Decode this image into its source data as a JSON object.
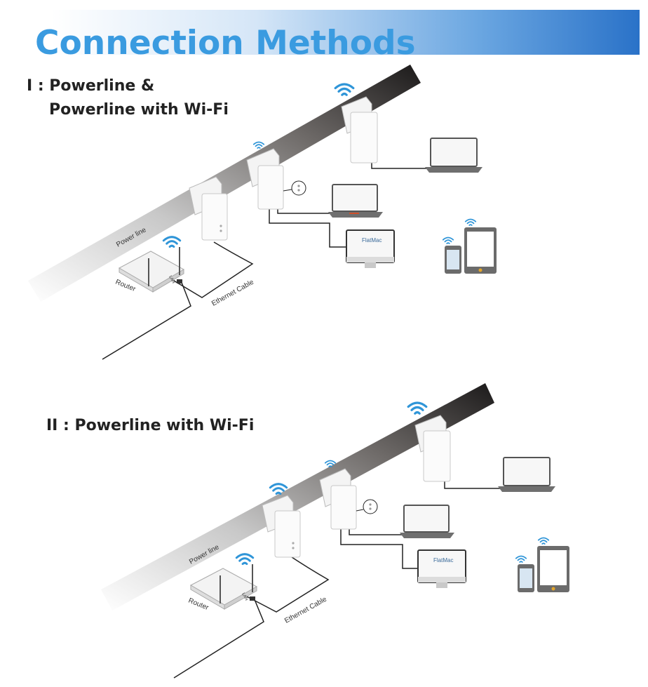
{
  "header": {
    "title": "Connection Methods"
  },
  "sections": [
    {
      "title_line1": "I : Powerline &",
      "title_line2": "Powerline with Wi-Fi",
      "powerline_label": "Power line",
      "router_label": "Router",
      "cable_label": "Ethernet Cable",
      "port_label": "LAN",
      "monitor_brand": "FlatMac"
    },
    {
      "title": "II : Powerline with Wi-Fi",
      "powerline_label": "Power line",
      "router_label": "Router",
      "cable_label": "Ethernet Cable",
      "port_label": "LAN",
      "monitor_brand": "FlatMac"
    }
  ],
  "icons": {
    "wifi": "wifi-icon",
    "laptop": "laptop-icon",
    "tablet": "tablet-icon",
    "phone": "phone-icon",
    "monitor": "monitor-icon",
    "router": "router-icon",
    "adapter": "powerline-adapter-icon"
  },
  "colors": {
    "wifi": "#2f95d8",
    "title": "#3a9be0",
    "banner_end": "#2a72c8"
  }
}
